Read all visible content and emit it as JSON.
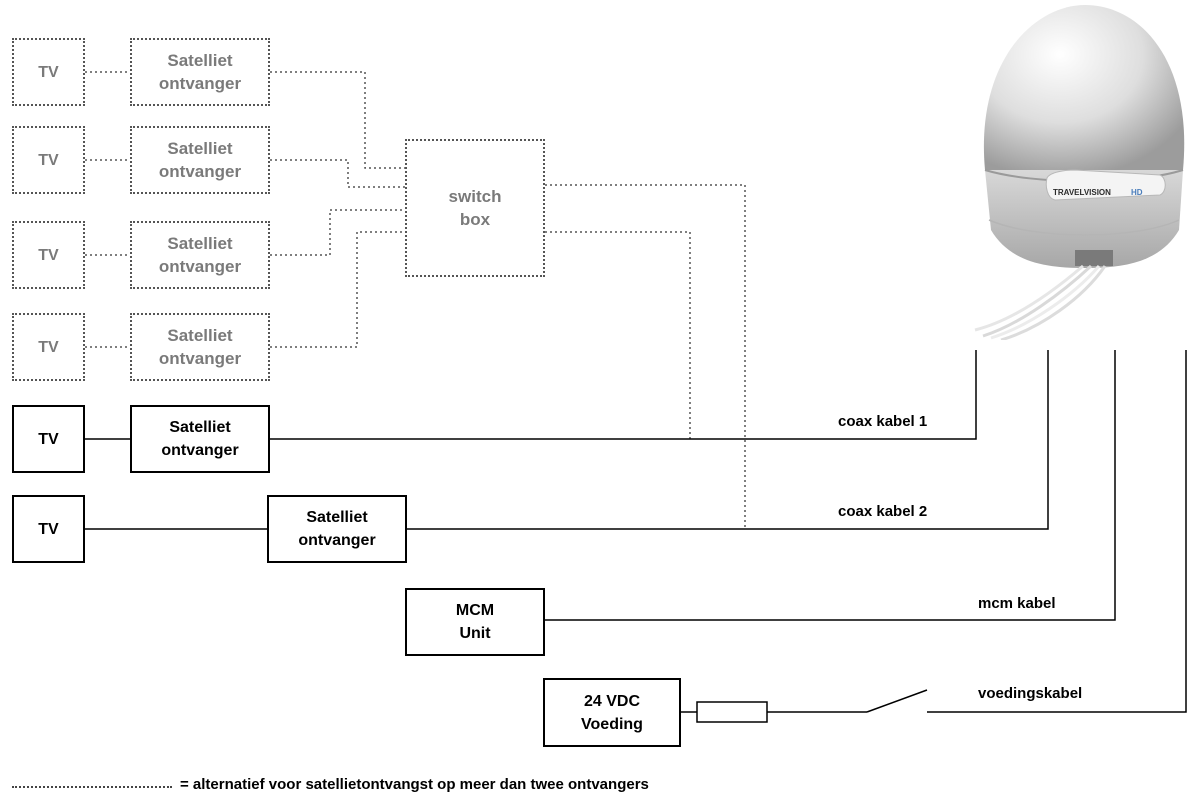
{
  "tv_label": "TV",
  "receiver": {
    "line1": "Satelliet",
    "line2": "ontvanger"
  },
  "switch_box": {
    "line1": "switch",
    "line2": "box"
  },
  "mcm_unit": {
    "line1": "MCM",
    "line2": "Unit"
  },
  "power_supply": {
    "line1": "24 VDC",
    "line2": "Voeding"
  },
  "cable_labels": {
    "coax1": "coax kabel 1",
    "coax2": "coax kabel 2",
    "mcm": "mcm kabel",
    "power": "voedingskabel"
  },
  "antenna_brand": "TRAVELVISION",
  "antenna_model": "HD",
  "legend": "= alternatief voor satellietontvangst op meer dan twee ontvangers",
  "colors": {
    "solid_line": "#000000",
    "dotted_line": "#555555",
    "dotted_text": "#7a7a7a"
  }
}
